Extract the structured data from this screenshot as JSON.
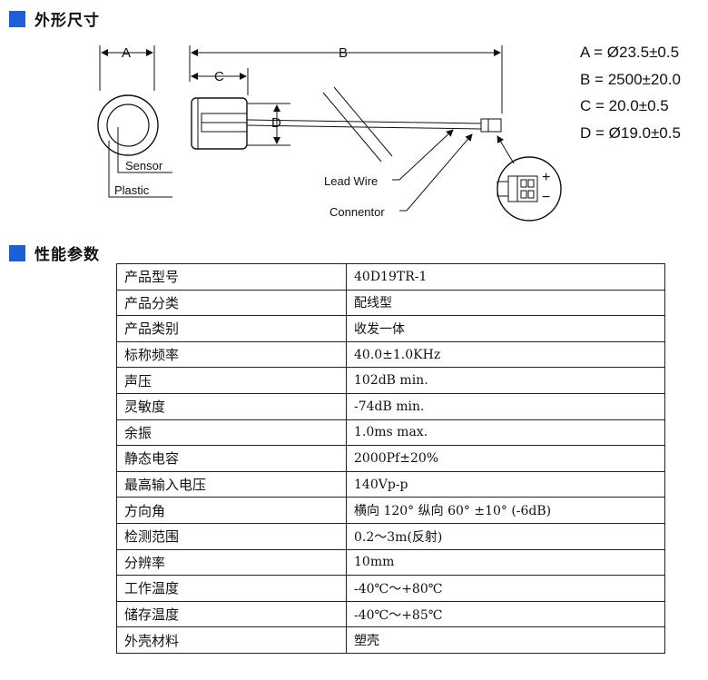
{
  "sections": {
    "dimensions_title": "外形尺寸",
    "performance_title": "性能参数"
  },
  "accent_color": "#1f5fd6",
  "diagram": {
    "label_a": "A",
    "label_b": "B",
    "label_c": "C",
    "label_d": "D",
    "sensor": "Sensor",
    "plastic": "Plastic",
    "lead_wire": "Lead Wire",
    "connector": "Connentor",
    "plus": "+",
    "minus": "−"
  },
  "dimensions": [
    "A = Ø23.5±0.5",
    "B = 2500±20.0",
    "C = 20.0±0.5",
    "D = Ø19.0±0.5"
  ],
  "specs": [
    {
      "k": "产品型号",
      "v": "40D19TR-1"
    },
    {
      "k": "产品分类",
      "v": "配线型"
    },
    {
      "k": "产品类别",
      "v": "收发一体"
    },
    {
      "k": "标称频率",
      "v": "40.0±1.0KHz"
    },
    {
      "k": "声压",
      "v": "102dB min."
    },
    {
      "k": "灵敏度",
      "v": "-74dB min."
    },
    {
      "k": "余振",
      "v": "1.0ms max."
    },
    {
      "k": "静态电容",
      "v": "2000Pf±20%"
    },
    {
      "k": "最高输入电压",
      "v": "140Vp-p"
    },
    {
      "k": "方向角",
      "v": "横向 120° 纵向 60° ±10° (-6dB)"
    },
    {
      "k": "检测范围",
      "v": "0.2～3m(反射)"
    },
    {
      "k": "分辨率",
      "v": "10mm"
    },
    {
      "k": "工作温度",
      "v": "-40℃～+80℃"
    },
    {
      "k": "储存温度",
      "v": "-40℃～+85℃"
    },
    {
      "k": "外壳材料",
      "v": "塑壳"
    }
  ]
}
